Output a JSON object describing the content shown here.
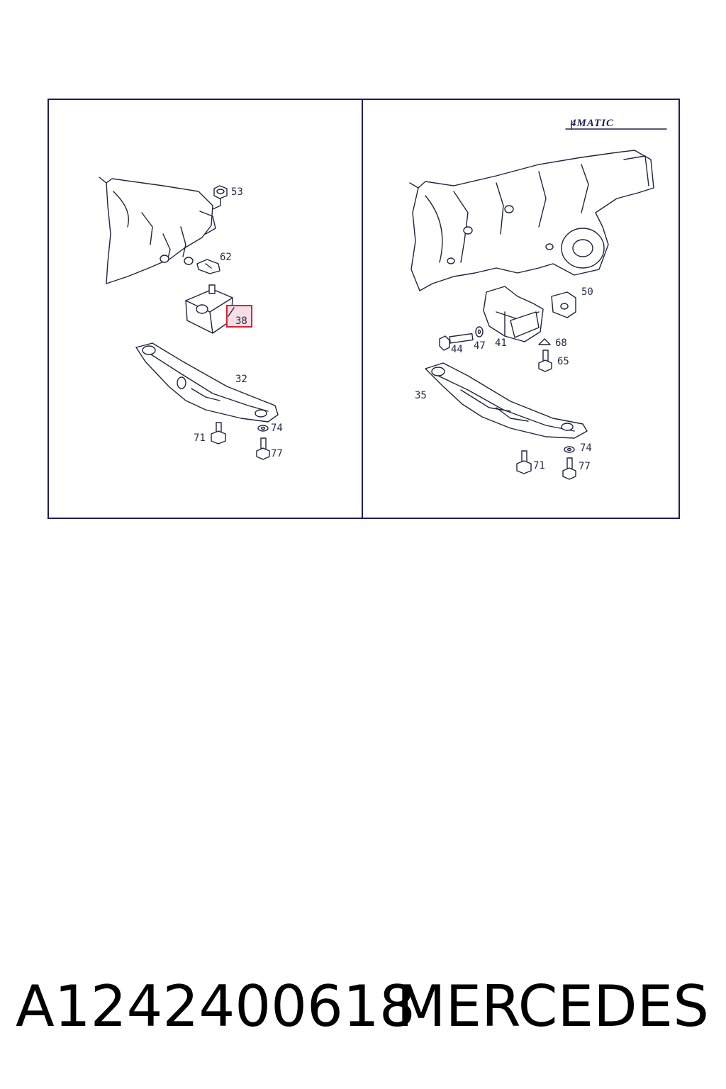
{
  "panels": {
    "left": {
      "callouts": {
        "c53": "53",
        "c62": "62",
        "c38": "38",
        "c32": "32",
        "c71": "71",
        "c74": "74",
        "c77": "77"
      }
    },
    "right": {
      "badge": "4MATIC",
      "callouts": {
        "c50": "50",
        "c44": "44",
        "c47": "47",
        "c41": "41",
        "c68": "68",
        "c65": "65",
        "c35": "35",
        "c74": "74",
        "c71": "71",
        "c77": "77"
      }
    }
  },
  "colors": {
    "frame": "#1b1f5a",
    "highlight": "#d9232d",
    "highlight_fill": "#f6dde6"
  },
  "footer": {
    "part_number": "A1242400618",
    "brand": "MERCEDES"
  }
}
